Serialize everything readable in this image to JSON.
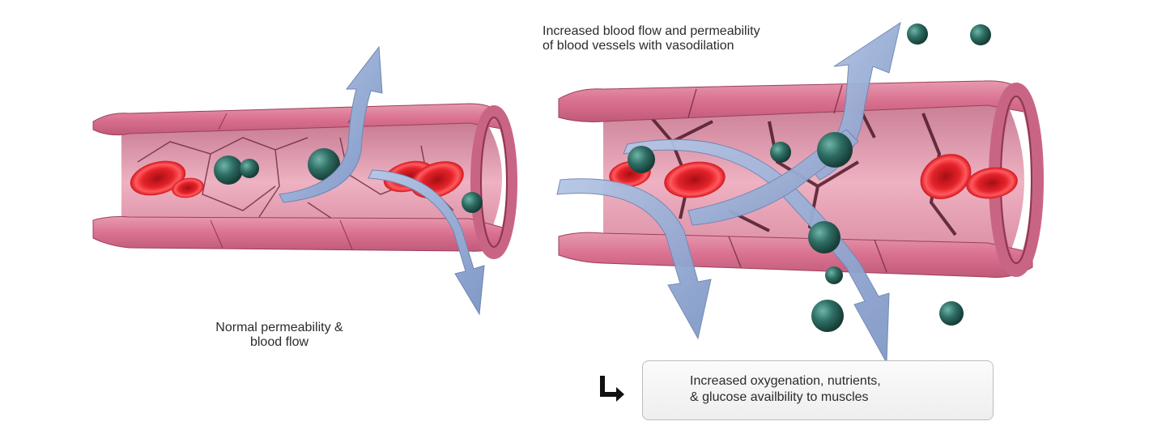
{
  "labels": {
    "increased_line1": "Increased blood flow and permeability",
    "increased_line2": "of blood vessels with vasodilation",
    "normal_line1": "Normal permeability &",
    "normal_line2": "blood flow",
    "result_line1": "Increased oxygenation, nutrients,",
    "result_line2": "& glucose availbility to muscles"
  },
  "colors": {
    "vessel_outer": "#d9708f",
    "vessel_inner": "#b44e6a",
    "vessel_lumen": "#e8a3b5",
    "cell_line": "#5a2232",
    "red_blood_cell": "#e8242b",
    "particle": "#2f6e64",
    "flow_arrow": "#8fa6cf"
  },
  "icons": {
    "result_bullet": "corner-down-right-arrow-icon"
  }
}
